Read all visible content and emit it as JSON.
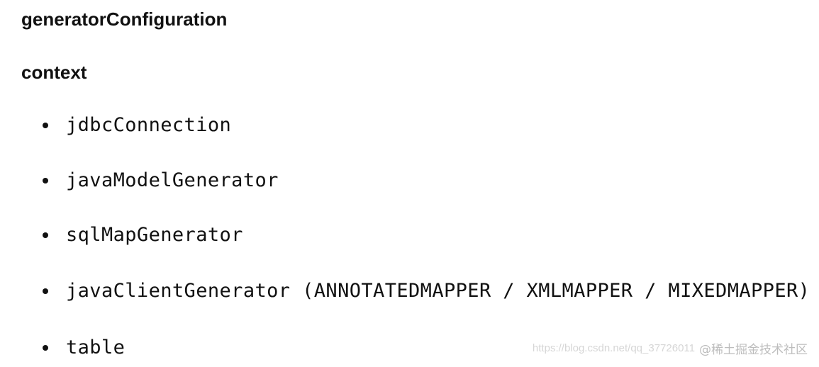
{
  "headings": {
    "primary": "generatorConfiguration",
    "secondary": "context"
  },
  "list": {
    "items": [
      {
        "label": "jdbcConnection"
      },
      {
        "label": "javaModelGenerator"
      },
      {
        "label": "sqlMapGenerator"
      },
      {
        "label": "javaClientGenerator (ANNOTATEDMAPPER / XMLMAPPER / MIXEDMAPPER)"
      },
      {
        "label": "table"
      }
    ]
  },
  "watermark": {
    "faint_text": "https://blog.csdn.net/qq_37726011",
    "brand_text": "@稀土掘金技术社区"
  }
}
